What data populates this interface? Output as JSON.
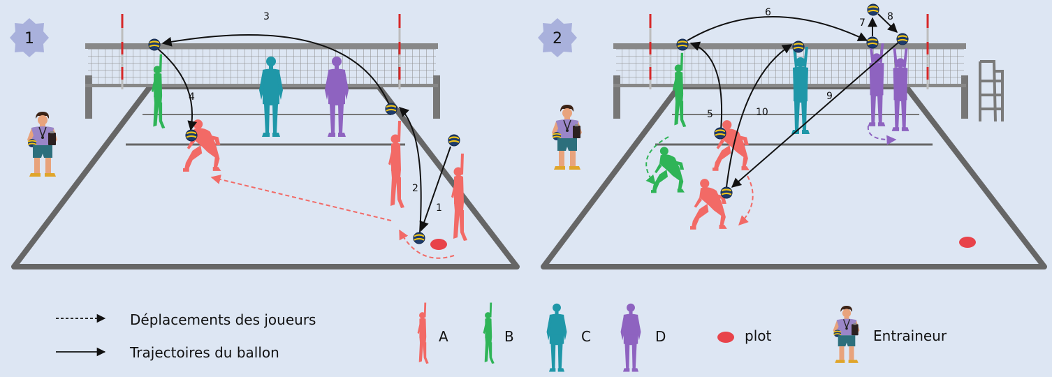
{
  "panels": [
    {
      "badge": "1",
      "step_labels": [
        "1",
        "2",
        "3",
        "4"
      ]
    },
    {
      "badge": "2",
      "step_labels": [
        "5",
        "6",
        "7",
        "8",
        "9",
        "10"
      ]
    }
  ],
  "legend": {
    "movement": "Déplacements des joueurs",
    "trajectory": "Trajectoires du ballon",
    "players": [
      {
        "key": "A",
        "color": "#f26a66"
      },
      {
        "key": "B",
        "color": "#2fb457"
      },
      {
        "key": "C",
        "color": "#1f97a8"
      },
      {
        "key": "D",
        "color": "#8e63c0"
      }
    ],
    "cone": "plot",
    "coach": "Entraineur"
  },
  "colors": {
    "background": "#dde6f3",
    "court_line": "#666666",
    "player_a": "#f26a66",
    "player_b": "#2fb457",
    "player_c": "#1f97a8",
    "player_d": "#8e63c0",
    "cone": "#e8434a",
    "badge": "#a9b1dc"
  },
  "icons": [
    "volleyball-icon",
    "cone-icon",
    "coach-icon",
    "star-badge-icon",
    "referee-chair-icon"
  ]
}
